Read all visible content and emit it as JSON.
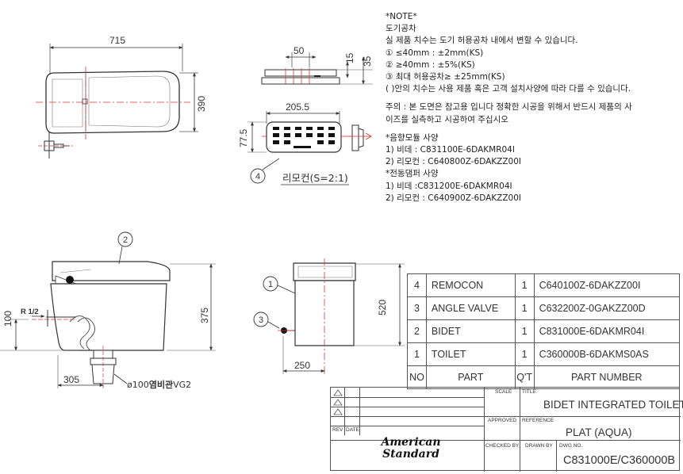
{
  "dimensions": {
    "top_width": "715",
    "top_depth": "390",
    "side_50": "50",
    "side_15": "15",
    "side_35": "35",
    "remote_width": "205.5",
    "remote_height": "77.5",
    "height_375": "375",
    "height_100": "100",
    "offset_305": "305",
    "front_520": "520",
    "front_250": "250"
  },
  "labels": {
    "remote_caption": "리모컨(S=2:1)",
    "r_half": "R 1/2",
    "pipe_prefix": "ø100",
    "pipe_bold": "염비관",
    "pipe_suffix": "VG2"
  },
  "balloons": [
    "1",
    "2",
    "3",
    "4"
  ],
  "note": {
    "lines": [
      "*NOTE*",
      "도기공차",
      "실 제품 치수는 도기 허용공차 내에서 변할 수 있습니다.",
      "① ≤40mm : ±2mm(KS)",
      "② ≥40mm : ±5%(KS)",
      "③ 최대 허용공차≥ ±25mm(KS)",
      "( )안의 치수는 사용 제품 혹은 고객 설치사양에 따라 다를 수 있습니다."
    ],
    "caution_lines": [
      "주의 : 본 도면은 참고용 입니다 정확한 시공을 위해서 반드시 제품의 사",
      "이즈를 실측하고 시공하여 주십시오"
    ],
    "spec_lines": [
      "*음향모듈 사양",
      "1) 비데 : C831100E-6DAKMR04I",
      "2) 리모컨 : C640800Z-6DAKZZ00I",
      "*전동댐퍼 사양",
      "1) 비데 :C831200E-6DAKMR04I",
      "2) 리모컨 : C640900Z-6DAKZZ00I"
    ]
  },
  "parts": {
    "rows": [
      {
        "no": "4",
        "part": "REMOCON",
        "qty": "1",
        "number": "C640100Z-6DAKZZ00I"
      },
      {
        "no": "3",
        "part": "ANGLE VALVE",
        "qty": "1",
        "number": "C632200Z-0GAKZZ00D"
      },
      {
        "no": "2",
        "part": "BIDET",
        "qty": "1",
        "number": "C831000E-6DAKMR04I"
      },
      {
        "no": "1",
        "part": "TOILET",
        "qty": "1",
        "number": "C360000B-6DAKMS0AS"
      }
    ],
    "header": {
      "no": "NO",
      "part": "PART",
      "qty": "Q'T",
      "number": "PART NUMBER"
    }
  },
  "title_block": {
    "rev_label": "REV",
    "date_label": "DATE",
    "scale_label": "SCALE",
    "title_label": "TITLE",
    "title": "BIDET INTEGRATED TOILET",
    "approved_label": "APPROVED",
    "reference_label": "REFERENCE",
    "reference": "PLAT (AQUA)",
    "checked_label": "CHECKED BY",
    "drawn_label": "DRAWN BY",
    "dwg_label": "DWG NO.",
    "dwg_no": "C831000E/C360000B",
    "logo_line1": "American",
    "logo_line2": "Standard"
  }
}
